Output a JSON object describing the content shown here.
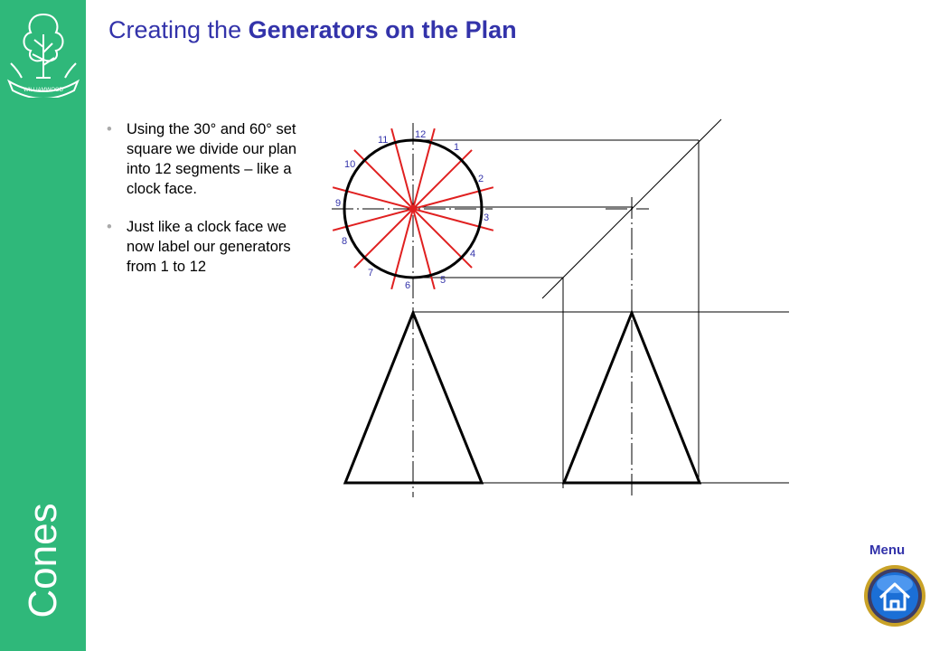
{
  "sidebar": {
    "vertical_label": "Cones",
    "color": "#2fb87a",
    "logo_icon": "tree-crest-icon",
    "logo_text": "WILLIAMWOOD"
  },
  "title": {
    "prefix": "Creating the ",
    "bold": "Generators on the Plan",
    "color": "#3333aa"
  },
  "bullets": [
    "Using the 30° and 60° set square we divide our plan into 12 segments – like a clock face.",
    "Just like a clock face we now label our generators from 1 to 12"
  ],
  "diagram": {
    "plan_labels": [
      "1",
      "2",
      "3",
      "4",
      "5",
      "6",
      "7",
      "8",
      "9",
      "10",
      "11",
      "12"
    ],
    "label_color": "#3333aa",
    "generator_color": "#e02020",
    "outline_color": "#000000"
  },
  "menu": {
    "label": "Menu",
    "home_icon": "home-icon"
  }
}
